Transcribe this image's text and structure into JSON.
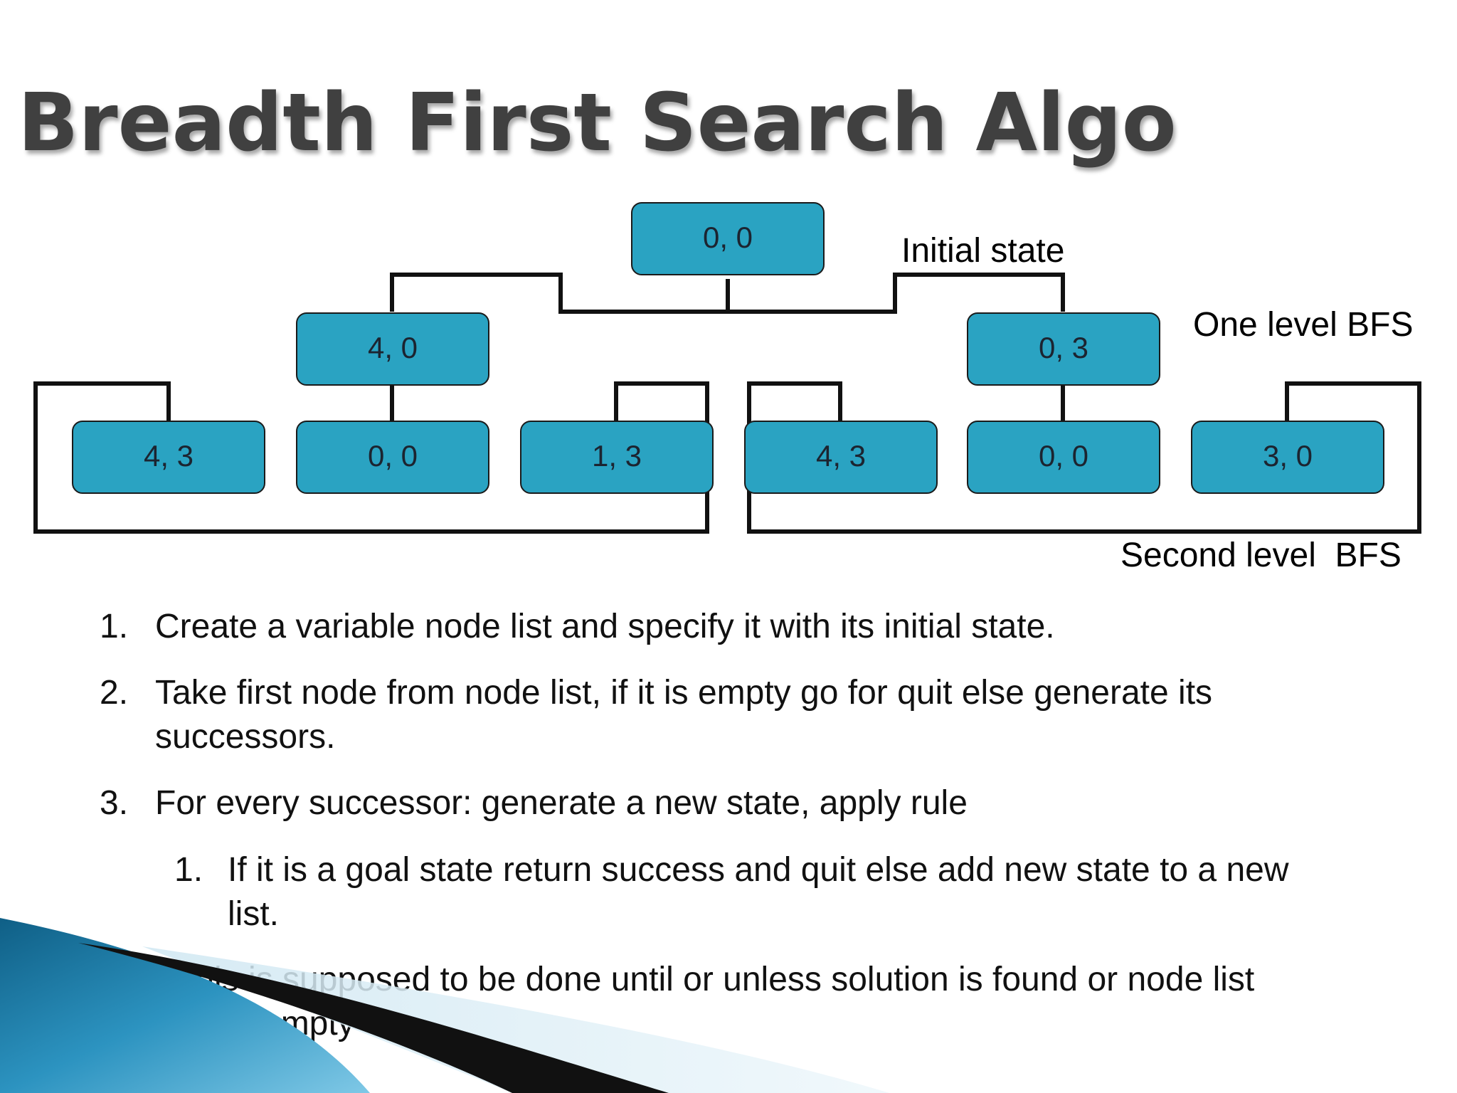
{
  "title": "Breadth First Search Algo",
  "diagram": {
    "root": "0, 0",
    "level1": [
      "4, 0",
      "0, 3"
    ],
    "level2": [
      "4, 3",
      "0, 0",
      "1, 3",
      "4, 3",
      "0, 0",
      "3, 0"
    ],
    "labels": {
      "initial": "Initial state",
      "one_level": "One level BFS",
      "second_level": "Second level  BFS"
    }
  },
  "steps": [
    {
      "num": "1.",
      "text": "Create a variable node list and specify it with its initial state."
    },
    {
      "num": "2.",
      "text": "Take first node from node list, if it is empty go for quit else generate its successors."
    },
    {
      "num": "3.",
      "text": "For every successor: generate a new state, apply rule"
    }
  ],
  "substep": {
    "num": "1.",
    "text": "If it is a goal state return success and quit else add new state to a new list."
  },
  "note": {
    "line1": "This is supposed to be done until or unless solution is found or node list",
    "line2": "is empty"
  },
  "colors": {
    "node_fill": "#2aa3c2",
    "title": "#404040",
    "accent_blue": "#2d8fb8"
  }
}
